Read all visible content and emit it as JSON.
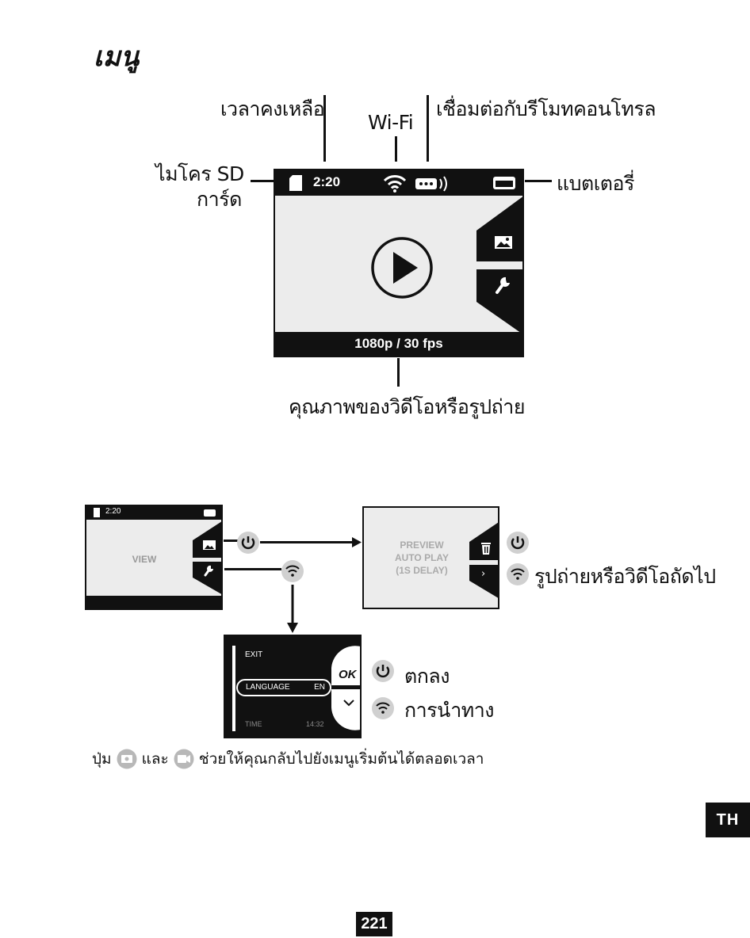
{
  "title": "เมนู",
  "diagram": {
    "labels": {
      "time_remaining": "เวลาคงเหลือ",
      "wifi": "Wi-Fi",
      "remote": "เชื่อมต่อกับรีโมทคอนโทรล",
      "sd_card_line1": "ไมโคร SD",
      "sd_card_line2": "การ์ด",
      "battery": "แบตเตอรี่",
      "quality": "คุณภาพของวิดีโอหรือรูปถ่าย"
    },
    "screen": {
      "timer": "2:20",
      "resolution": "1080p / 30 fps"
    }
  },
  "flow": {
    "view_screen": {
      "timer": "2:20",
      "label": "VIEW"
    },
    "preview_screen": {
      "line1": "PREVIEW",
      "line2": "AUTO PLAY",
      "line3": "(1S DELAY)"
    },
    "next_label": "รูปถ่ายหรือวิดีโอถัดไป",
    "settings_screen": {
      "exit": "EXIT",
      "language": "LANGUAGE",
      "language_value": "EN",
      "time": "TIME",
      "time_value": "14:32",
      "ok": "OK"
    },
    "ok_label": "ตกลง",
    "navigate_label": "การนำทาง",
    "note_part1": "ปุ่ม",
    "note_part2": "และ",
    "note_part3": "ช่วยให้คุณกลับไปยังเมนูเริ่มต้นได้ตลอดเวลา"
  },
  "language_tag": "TH",
  "page_number": "221"
}
